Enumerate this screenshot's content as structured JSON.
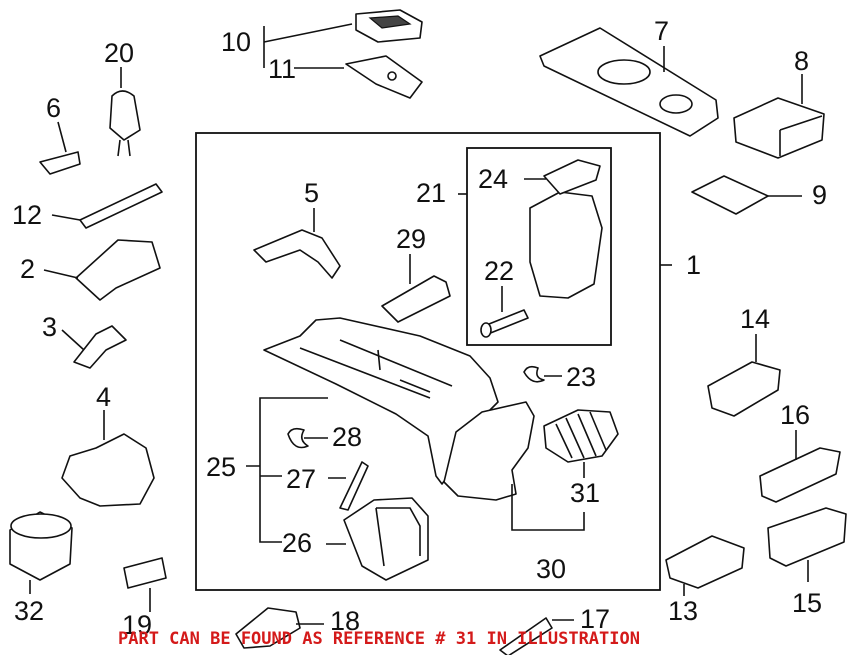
{
  "callouts": {
    "n1": "1",
    "n2": "2",
    "n3": "3",
    "n4": "4",
    "n5": "5",
    "n6": "6",
    "n7": "7",
    "n8": "8",
    "n9": "9",
    "n10": "10",
    "n11": "11",
    "n12": "12",
    "n13": "13",
    "n14": "14",
    "n15": "15",
    "n16": "16",
    "n17": "17",
    "n18": "18",
    "n19": "19",
    "n20": "20",
    "n21": "21",
    "n22": "22",
    "n23": "23",
    "n24": "24",
    "n25": "25",
    "n26": "26",
    "n27": "27",
    "n28": "28",
    "n29": "29",
    "n30": "30",
    "n31": "31",
    "n32": "32"
  },
  "note": "PART CAN BE FOUND AS REFERENCE # 31 IN ILLUSTRATION",
  "colors": {
    "ink": "#111111",
    "note": "#d41a1a",
    "background": "#ffffff"
  }
}
